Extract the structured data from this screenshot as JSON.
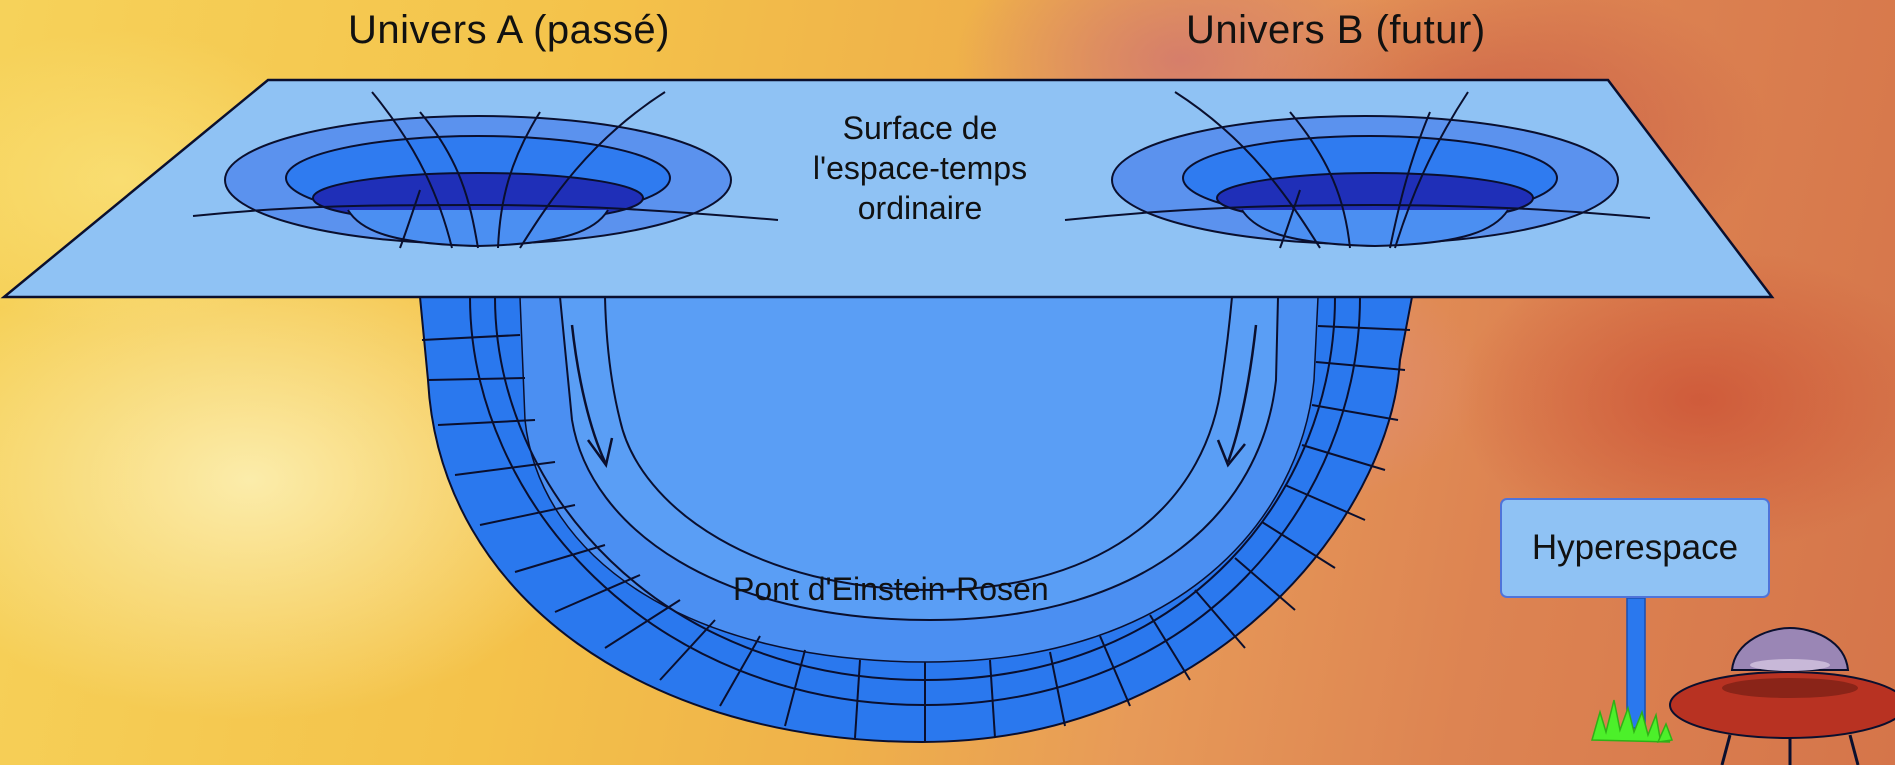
{
  "titles": {
    "universe_a": "Univers A (passé)",
    "universe_b": "Univers B (futur)"
  },
  "surface_label": {
    "line1": "Surface de",
    "line2": "l'espace-temps",
    "line3": "ordinaire"
  },
  "bridge_label": "Pont d'Einstein-Rosen",
  "sign_label": "Hyperespace",
  "colors": {
    "sheet": "#8fc2f4",
    "funnel_outer": "#5b92ee",
    "funnel_mid": "#2f7bf0",
    "funnel_inner": "#1f2fb8",
    "tube": "#2a78ee",
    "tube_light": "#4b8ff2",
    "outline": "#0a0f2e",
    "ufo_hull": "#b83222",
    "ufo_dome": "#9a86b5",
    "grass": "#4cf02a"
  }
}
